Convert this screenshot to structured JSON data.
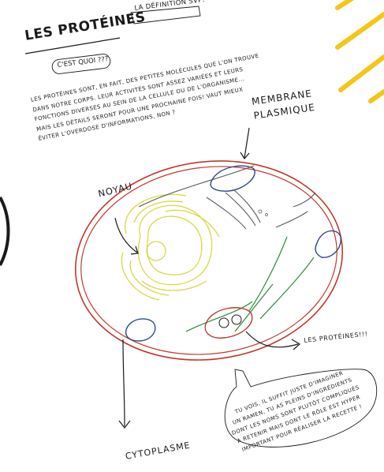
{
  "title": "LES PROTÉINES",
  "tag_definition": "LA DÉFINITION SVP!",
  "tag_question": "C'EST QUOI ???",
  "intro_lines": [
    "LES PROTÉINES SONT, EN FAIT, DES PETITES MOLÉCULES QUE L'ON TROUVE",
    "DANS NOTRE CORPS. LEUR ACTIVITÉS SONT ASSEZ VARIÉES ET LEURS",
    "FONCTIONS DIVERSES AU SEIN DE LA CELLULE OU DE L'ORGANISME...",
    "MAIS LES DÉTAILS SERONT POUR UNE PROCHAINE FOIS! VAUT MIEUX",
    "ÉVITER L'OVERDOSE D'INFORMATIONS, NON ?"
  ],
  "labels": {
    "membrane_line1": "MEMBRANE",
    "membrane_line2": "PLASMIQUE",
    "noyau": "NOYAU",
    "proteines": "LES PROTÉINES!!!",
    "cytoplasme": "CYTOPLASME"
  },
  "note_lines": [
    "TU VOIS, IL SUFFIT JUSTE D'IMAGINER",
    "UN RAMEN, TU AS PLEINS D'INGRÉDIENTS",
    "DONT LES NOMS SONT PLUTÔT COMPLIQUÉS",
    "À RETENIR MAIS DONT LE RÔLE EST HYPER",
    "IMPORTANT POUR RÉALISER LA RECETTE !"
  ],
  "colors": {
    "ink": "#1a1a1a",
    "membrane": "#c0392b",
    "nucleus": "#d8d84a",
    "organelle_blue": "#2c4a8c",
    "er_green": "#2e8b3a",
    "accent_stripes": "#f5c518"
  }
}
